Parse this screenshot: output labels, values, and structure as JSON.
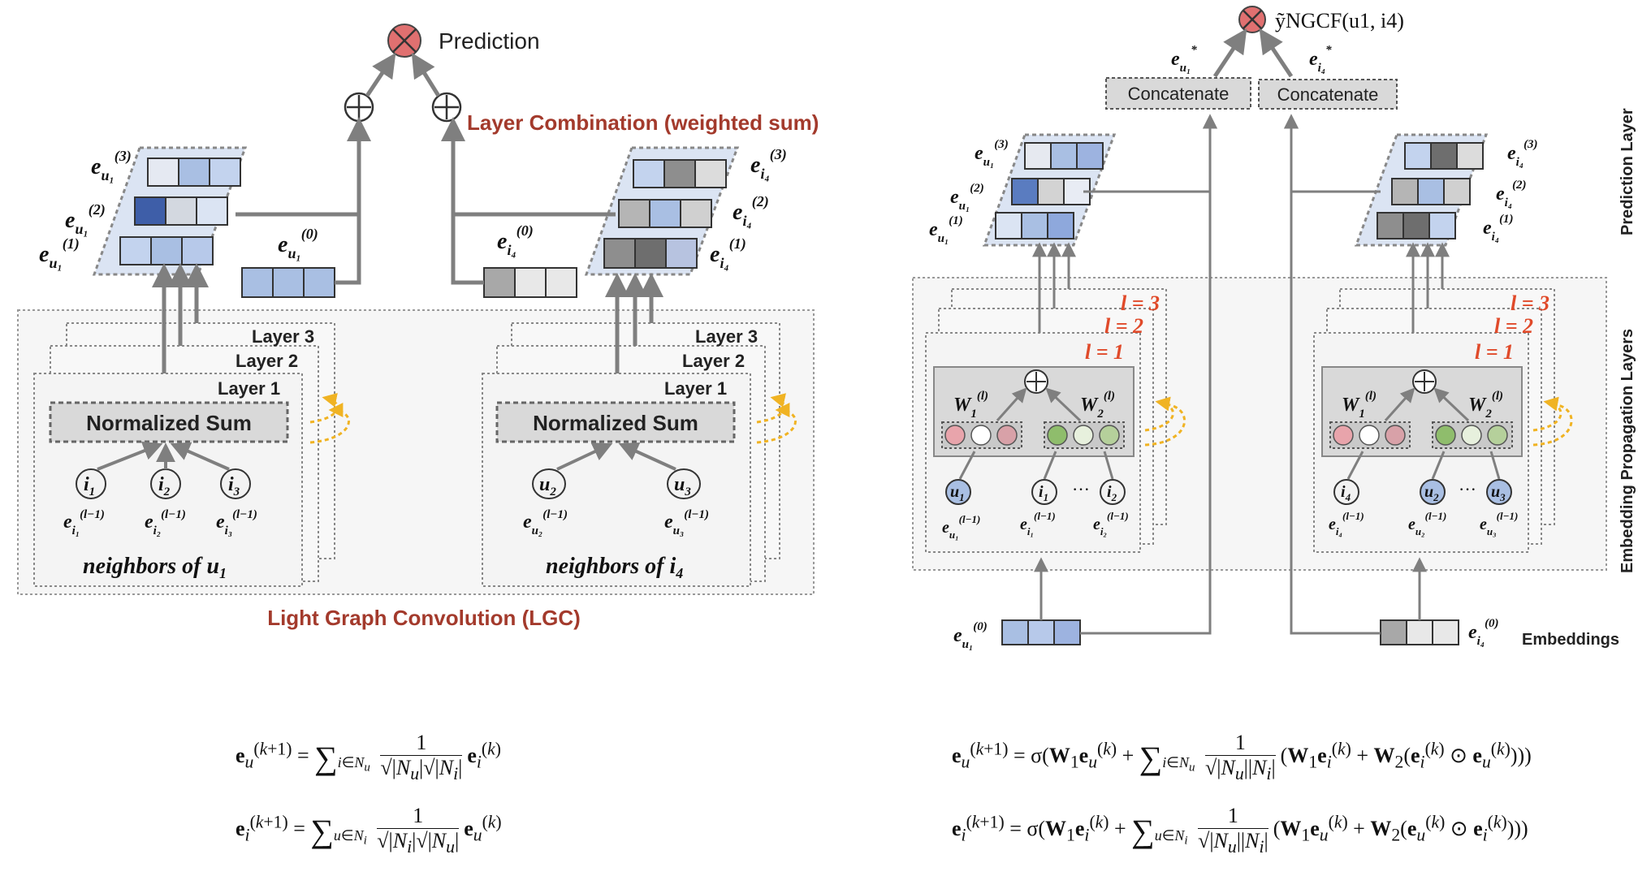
{
  "left": {
    "prediction_label": "Prediction",
    "layer_combination_label": "Layer Combination (weighted sum)",
    "lgc_label": "Light Graph Convolution (LGC)",
    "user_panel": {
      "layers": [
        "Layer 3",
        "Layer 2",
        "Layer 1"
      ],
      "normalized_sum": "Normalized Sum",
      "neighbors_caption": "neighbors of u",
      "neighbors_sub": "1",
      "nodes": [
        "i1",
        "i2",
        "i3"
      ]
    },
    "item_panel": {
      "layers": [
        "Layer 3",
        "Layer 2",
        "Layer 1"
      ],
      "normalized_sum": "Normalized Sum",
      "neighbors_caption": "neighbors of i",
      "neighbors_sub": "4",
      "nodes": [
        "u2",
        "u3"
      ]
    }
  },
  "right": {
    "prediction_label": "ỹNGCF(u1, i4)",
    "concatenate_labels": [
      "Concatenate",
      "Concatenate"
    ],
    "layer_tags": [
      "l = 3",
      "l = 2",
      "l = 1"
    ],
    "side_labels": {
      "prediction_layer": "Prediction Layer",
      "embedding_propagation": "Embedding Propagation Layers",
      "embeddings": "Embeddings"
    }
  },
  "equations": {
    "lightgcn": [
      "e_u^(k+1) = Σ_{i∈N_u} 1/(√|N_u|√|N_i|) e_i^(k)",
      "e_i^(k+1) = Σ_{u∈N_i} 1/(√|N_i|√|N_u|) e_u^(k)"
    ],
    "ngcf": [
      "e_u^(k+1) = σ(W1 e_u^(k) + Σ_{i∈N_u} 1/√|N_u||N_i| (W1 e_i^(k) + W2(e_i^(k) ⊙ e_u^(k))))",
      "e_i^(k+1) = σ(W1 e_i^(k) + Σ_{u∈N_i} 1/√|N_u||N_i| (W1 e_u^(k) + W2(e_u^(k) ⊙ e_i^(k))))"
    ]
  },
  "colors": {
    "user_light": "#dbe4f3",
    "user_mid": "#a9bfe3",
    "user_dark": "#3e5ea8",
    "item_light": "#e3e3e3",
    "item_mid": "#a8a8a8",
    "item_dark": "#6e6e6e",
    "accent_red": "#a33a2c",
    "pink": "#e8a4ab",
    "green": "#9cc47a",
    "arrow": "#7f7f7f"
  }
}
